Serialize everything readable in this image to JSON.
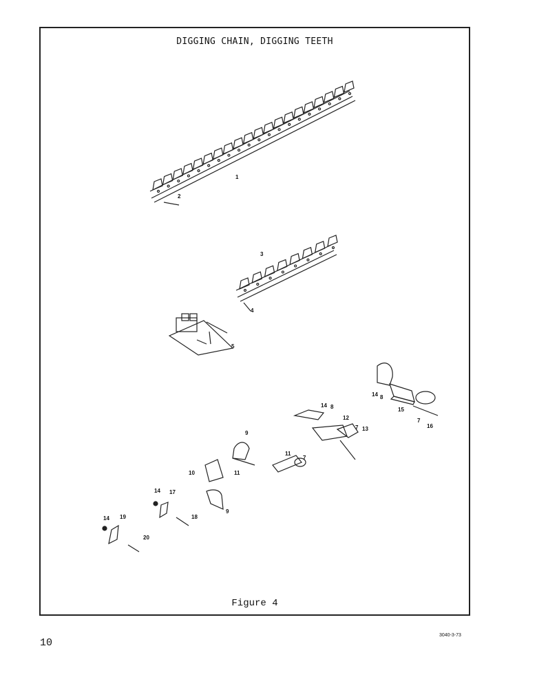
{
  "title": "DIGGING CHAIN, DIGGING TEETH",
  "caption": "Figure 4",
  "page_number": "10",
  "document_code": "3040-3-73",
  "callouts": [
    "1",
    "2",
    "3",
    "4",
    "5",
    "14",
    "8",
    "15",
    "7",
    "16",
    "14",
    "8",
    "12",
    "7",
    "13",
    "9",
    "11",
    "7",
    "10",
    "11",
    "14",
    "17",
    "9",
    "18",
    "14",
    "19",
    "20"
  ]
}
